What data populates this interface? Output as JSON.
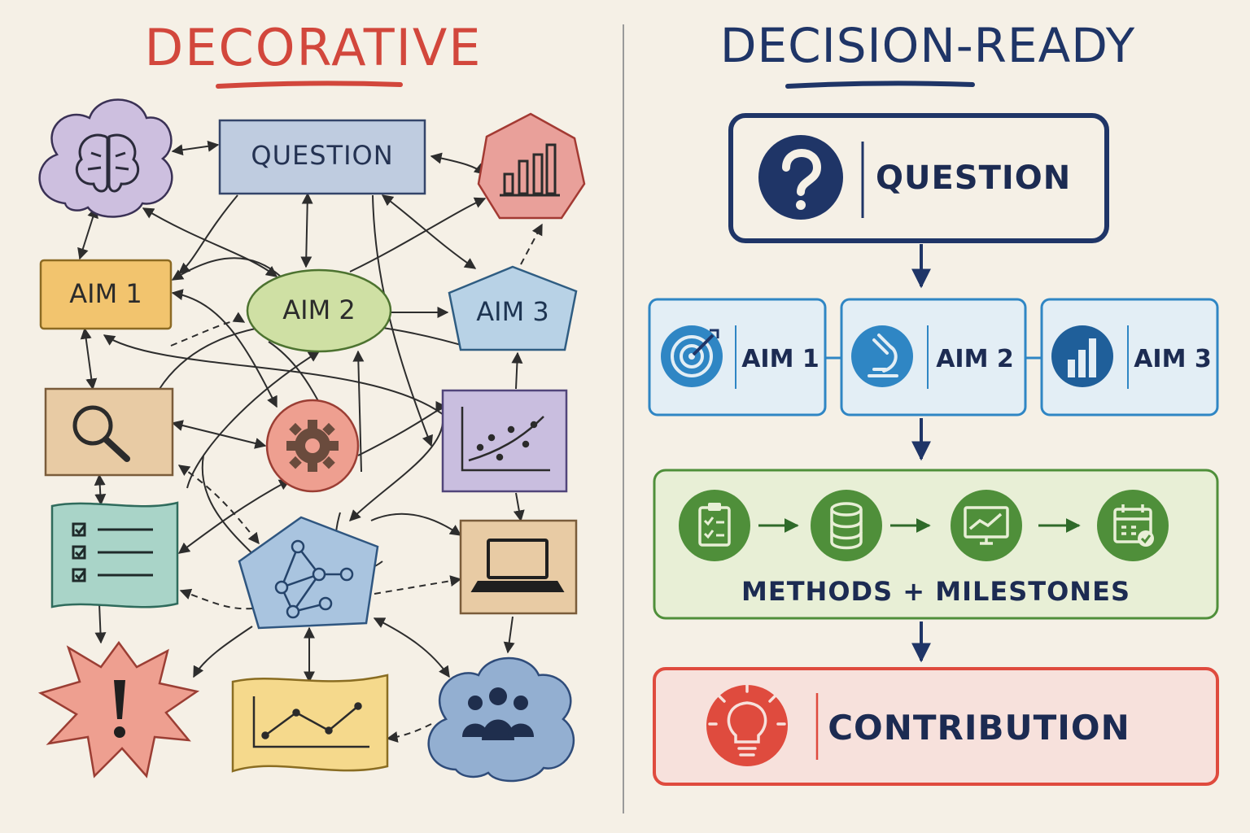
{
  "left": {
    "title": "DECORATIVE",
    "question": "QUESTION",
    "aim1": "AIM 1",
    "aim2": "AIM 2",
    "aim3": "AIM 3"
  },
  "right": {
    "title": "DECISION-READY",
    "question": "QUESTION",
    "aims": [
      "AIM 1",
      "AIM 2",
      "AIM 3"
    ],
    "methods": "METHODS + MILESTONES",
    "contribution": "CONTRIBUTION"
  },
  "colors": {
    "decorative_red": "#d2473c",
    "navy": "#1f3567",
    "aim_blue": "#2f86c4",
    "methods_green": "#4f8f3a",
    "contribution_red": "#df4b3e"
  }
}
